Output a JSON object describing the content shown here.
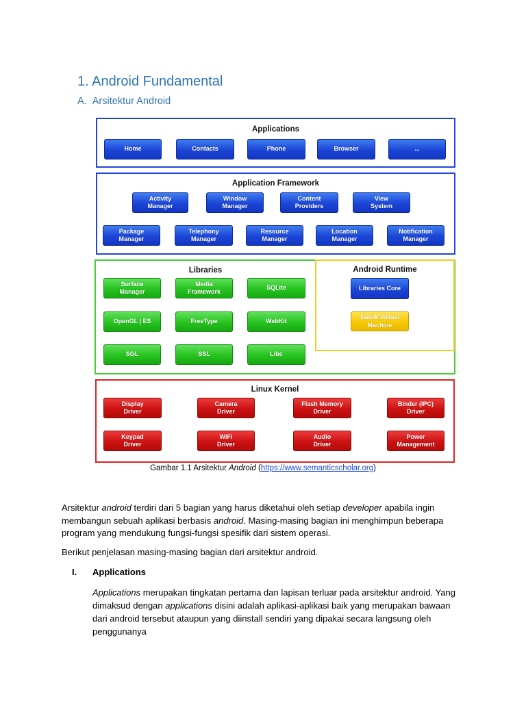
{
  "heading": {
    "number": "1.",
    "title": "Android Fundamental"
  },
  "subheading": {
    "letter": "A.",
    "title": "Arsitektur Android"
  },
  "diagram": {
    "applications": {
      "title": "Applications",
      "items": [
        "Home",
        "Contacts",
        "Phone",
        "Browser",
        "..."
      ]
    },
    "framework": {
      "title": "Application Framework",
      "row1": [
        "Activity\nManager",
        "Window\nManager",
        "Content\nProviders",
        "View\nSystem"
      ],
      "row2": [
        "Package\nManager",
        "Telephony\nManager",
        "Resource\nManager",
        "Location\nManager",
        "Notification\nManager"
      ]
    },
    "libraries": {
      "title": "Libraries",
      "items": [
        "Surface\nManager",
        "Media\nFramework",
        "SQLite",
        "OpenGL | ES",
        "FreeType",
        "WebKit",
        "SGL",
        "SSL",
        "Libc"
      ]
    },
    "runtime": {
      "title": "Android Runtime",
      "core": "Libraries Core",
      "vm": "Dalvik Virtual\nMachine"
    },
    "kernel": {
      "title": "Linux Kernel",
      "items": [
        "Display\nDriver",
        "Camera\nDriver",
        "Flash Memory\nDriver",
        "Binder (IPC)\nDriver",
        "Keypad\nDriver",
        "WiFi\nDriver",
        "Audio\nDriver",
        "Power\nManagement"
      ]
    }
  },
  "caption": {
    "prefix": "Gambar 1.1 Arsitektur ",
    "italic": "Android",
    "open": " (",
    "link": "https://www.semanticscholar.org",
    "close": ")"
  },
  "body": {
    "p1_a": "Arsitektur ",
    "p1_b": "android",
    "p1_c": " terdiri dari 5 bagian yang harus diketahui oleh setiap ",
    "p1_d": "developer",
    "p1_e": " apabila ingin membangun sebuah aplikasi berbasis ",
    "p1_f": "android",
    "p1_g": ".  Masing-masing bagian ini menghimpun beberapa program yang mendukung fungsi-fungsi spesifik dari sistem operasi.",
    "p2": "Berikut penjelasan masing-masing bagian dari arsitektur android.",
    "section_num": "I.",
    "section_title": "Applications",
    "p3_a": "Applications",
    "p3_b": " merupakan tingkatan pertama dan lapisan terluar pada arsitektur android. Yang dimaksud dengan ",
    "p3_c": "applications",
    "p3_d": " disini adalah aplikasi-aplikasi baik yang merupakan bawaan dari android tersebut ataupun yang diinstall sendiri yang dipakai secara langsung oleh penggunanya"
  },
  "colors": {
    "heading": "#2e74b5",
    "blue": "#1c45d6",
    "green": "#26c21f",
    "red": "#cc1212",
    "yellow": "#f5c700",
    "link": "#1f4ed6"
  }
}
